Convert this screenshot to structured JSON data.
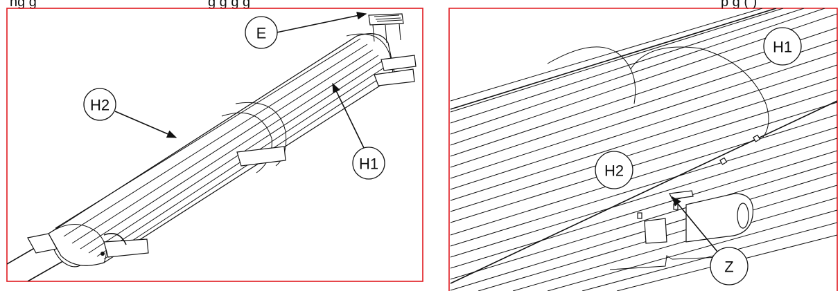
{
  "header": {
    "left_caption": "ng g",
    "left_caption_2": "g g g g",
    "right_caption": "p g ( )"
  },
  "left_panel": {
    "callouts": [
      "E",
      "H2",
      "H1"
    ]
  },
  "right_panel": {
    "callouts": [
      "H1",
      "H2",
      "Z"
    ]
  }
}
